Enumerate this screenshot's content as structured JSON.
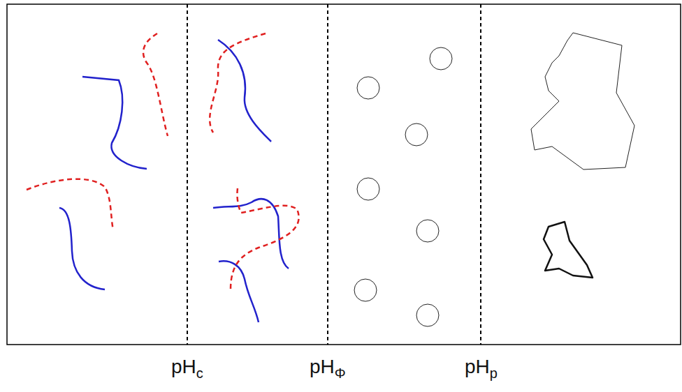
{
  "diagram": {
    "labels": [
      "pH",
      "c",
      "pH",
      "Φ",
      "pH",
      "p"
    ]
  }
}
